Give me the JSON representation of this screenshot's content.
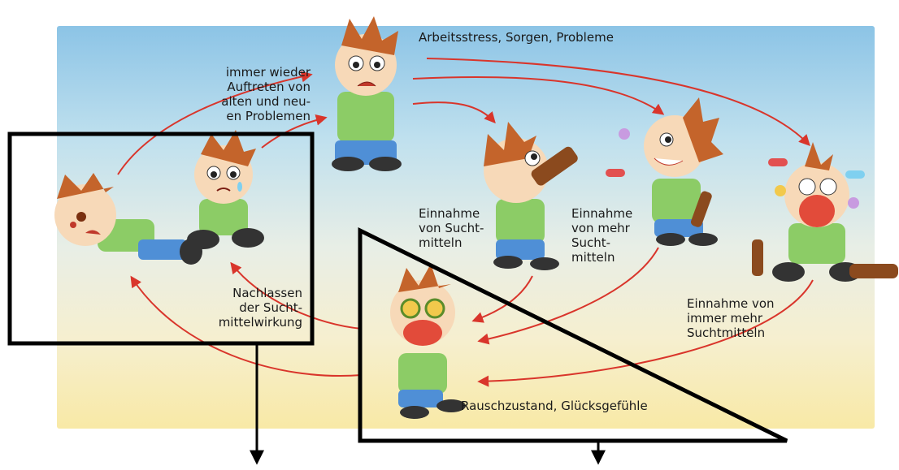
{
  "labels": {
    "stress": "Arbeitsstress, Sorgen, Probleme",
    "recurring": [
      "immer wieder",
      "Auftreten von",
      "alten und neu-",
      "en Problemen"
    ],
    "intake": [
      "Einnahme",
      "von Sucht-",
      "mitteln"
    ],
    "intake_more": [
      "Einnahme",
      "von mehr",
      "Sucht-",
      "mitteln"
    ],
    "intake_even_more": [
      "Einnahme von",
      "immer mehr",
      "Suchtmitteln"
    ],
    "wearing_off": [
      "Nachlassen",
      "der Sucht-",
      "mittelwirkung"
    ],
    "intoxication": "Rauschzustand, Glücksgefühle"
  },
  "colors": {
    "arrow": "#d9352b",
    "overlay": "#000000",
    "skin": "#f7d9b8",
    "hair": "#c4642b",
    "shirt": "#8ccc66",
    "pants": "#4f8fd6",
    "bottle": "#8b4a1e"
  },
  "icons": [
    "stressed-boy-icon",
    "drinking-boy-icon",
    "pill-boy-icon",
    "overdosed-boy-icon",
    "euphoric-boy-icon",
    "sad-boy-icon",
    "lying-boy-icon"
  ]
}
